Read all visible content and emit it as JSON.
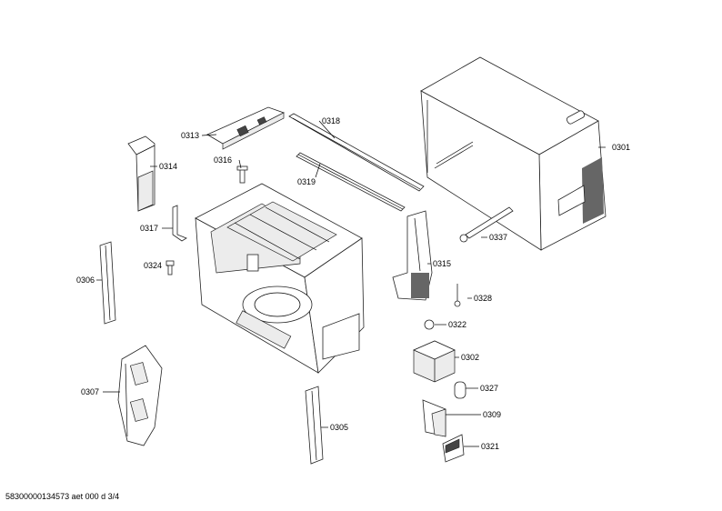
{
  "footer_text": "58300000134573 aet 000 d 3/4",
  "parts": [
    {
      "id": "p0301",
      "label": "0301"
    },
    {
      "id": "p0302",
      "label": "0302"
    },
    {
      "id": "p0305",
      "label": "0305"
    },
    {
      "id": "p0306",
      "label": "0306"
    },
    {
      "id": "p0307",
      "label": "0307"
    },
    {
      "id": "p0309",
      "label": "0309"
    },
    {
      "id": "p0313",
      "label": "0313"
    },
    {
      "id": "p0314",
      "label": "0314"
    },
    {
      "id": "p0315",
      "label": "0315"
    },
    {
      "id": "p0316",
      "label": "0316"
    },
    {
      "id": "p0317",
      "label": "0317"
    },
    {
      "id": "p0318",
      "label": "0318"
    },
    {
      "id": "p0319",
      "label": "0319"
    },
    {
      "id": "p0321",
      "label": "0321"
    },
    {
      "id": "p0322",
      "label": "0322"
    },
    {
      "id": "p0324",
      "label": "0324"
    },
    {
      "id": "p0327",
      "label": "0327"
    },
    {
      "id": "p0328",
      "label": "0328"
    },
    {
      "id": "p0337",
      "label": "0337"
    }
  ]
}
